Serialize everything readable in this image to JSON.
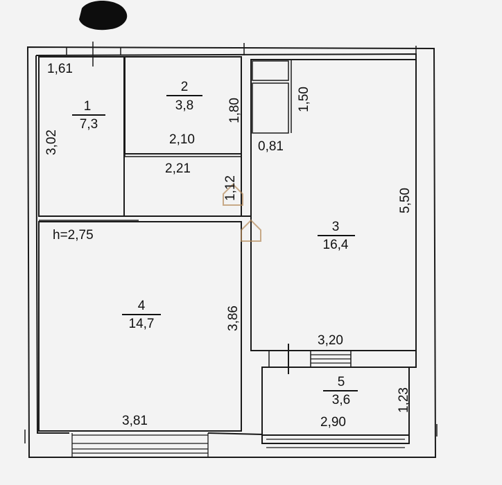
{
  "plan": {
    "ceiling_height": "h=2,75",
    "rooms": [
      {
        "number": "1",
        "area": "7,3"
      },
      {
        "number": "2",
        "area": "3,8"
      },
      {
        "number": "3",
        "area": "16,4"
      },
      {
        "number": "4",
        "area": "14,7"
      },
      {
        "number": "5",
        "area": "3,6"
      }
    ],
    "dimensions": {
      "d161": "1,61",
      "d302": "3,02",
      "d210": "2,10",
      "d180": "1,80",
      "d150": "1,50",
      "d081": "0,81",
      "d221": "2,21",
      "d112": "1,12",
      "d550": "5,50",
      "d320": "3,20",
      "d386": "3,86",
      "d381": "3,81",
      "d290": "2,90",
      "d123": "1,23"
    }
  },
  "colors": {
    "wall": "#1a1a1a",
    "paper": "#f3f3f3",
    "watermark": "#b58a5a"
  }
}
